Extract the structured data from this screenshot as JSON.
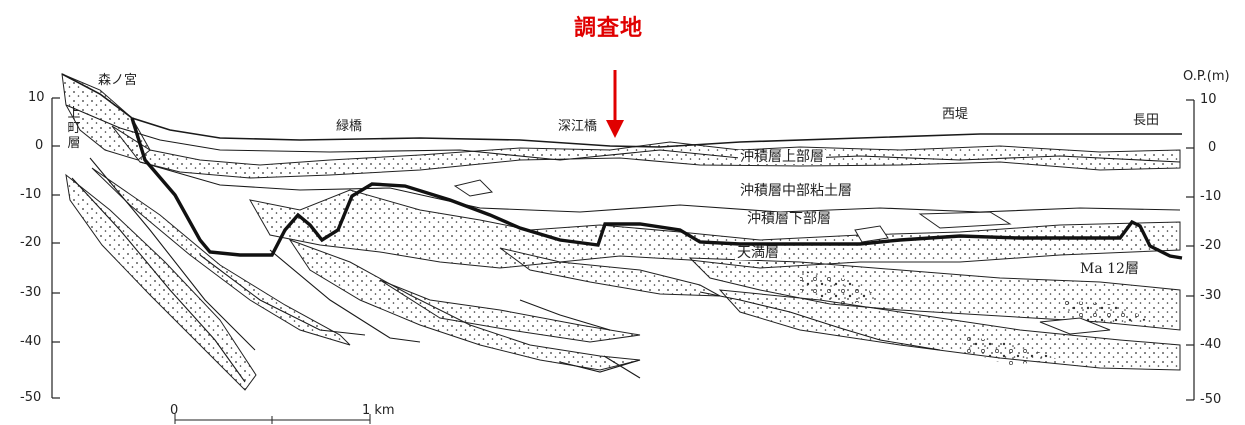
{
  "title": "調査地",
  "left_axis": {
    "ticks": [
      "10",
      "0",
      "-10",
      "-20",
      "-30",
      "-40",
      "-50"
    ]
  },
  "right_axis": {
    "unit": "O.P.(m)",
    "ticks": [
      "10",
      "0",
      "-10",
      "-20",
      "-30",
      "-40",
      "-50"
    ]
  },
  "places": {
    "morinomiya": "森ノ宮",
    "midoribashi": "緑橋",
    "fukaebashi": "深江橋",
    "nishizutsumi": "西堤",
    "nagata": "長田"
  },
  "formations": {
    "uemachi": "上町層",
    "upper": "沖積層上部層",
    "middle": "沖積層中部粘土層",
    "lower": "沖積層下部層",
    "tenma": "天満層",
    "ma12": "Ma 12層"
  },
  "scale": {
    "start": "0",
    "end": "1 km"
  },
  "colors": {
    "marker": "#e00000",
    "ink": "#1a1a1a"
  }
}
